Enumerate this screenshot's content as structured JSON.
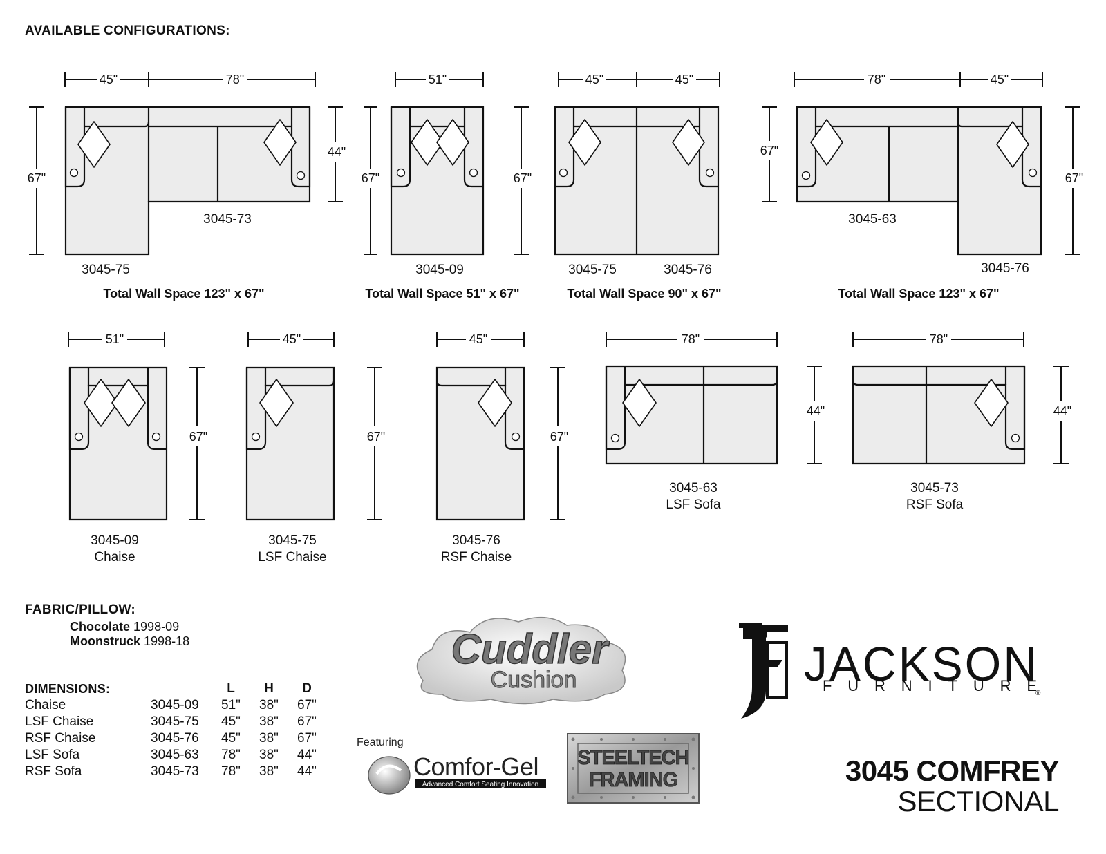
{
  "header": {
    "title": "AVAILABLE CONFIGURATIONS:"
  },
  "configs": {
    "c1": {
      "dims": [
        "45\"",
        "78\"",
        "67\"",
        "44\""
      ],
      "labels": [
        "3045-73",
        "3045-75"
      ],
      "total": "Total Wall Space 123\" x 67\""
    },
    "c2": {
      "dims": [
        "51\"",
        "67\"",
        "67\""
      ],
      "labels": [
        "3045-09"
      ],
      "total": "Total Wall Space 51\" x 67\""
    },
    "c3": {
      "dims": [
        "45\"",
        "45\""
      ],
      "labels": [
        "3045-75",
        "3045-76"
      ],
      "total": "Total Wall Space 90\" x 67\""
    },
    "c4": {
      "dims": [
        "78\"",
        "45\"",
        "67\"",
        "67\""
      ],
      "labels": [
        "3045-63",
        "3045-76"
      ],
      "total": "Total Wall Space 123\" x 67\""
    }
  },
  "pieces": [
    {
      "width": "51\"",
      "depth": "67\"",
      "code": "3045-09",
      "name": "Chaise"
    },
    {
      "width": "45\"",
      "depth": "67\"",
      "code": "3045-75",
      "name": "LSF Chaise"
    },
    {
      "width": "45\"",
      "depth": "67\"",
      "code": "3045-76",
      "name": "RSF Chaise"
    },
    {
      "width": "78\"",
      "depth": "44\"",
      "code": "3045-63",
      "name": "LSF Sofa"
    },
    {
      "width": "78\"",
      "depth": "44\"",
      "code": "3045-73",
      "name": "RSF Sofa"
    }
  ],
  "fabric": {
    "heading": "FABRIC/PILLOW:",
    "items": [
      {
        "name": "Chocolate",
        "code": "1998-09"
      },
      {
        "name": "Moonstruck",
        "code": "1998-18"
      }
    ]
  },
  "dimensions": {
    "heading": "DIMENSIONS:",
    "columns": [
      "L",
      "H",
      "D"
    ],
    "rows": [
      {
        "name": "Chaise",
        "code": "3045-09",
        "l": "51\"",
        "h": "38\"",
        "d": "67\""
      },
      {
        "name": "LSF Chaise",
        "code": "3045-75",
        "l": "45\"",
        "h": "38\"",
        "d": "67\""
      },
      {
        "name": "RSF Chaise",
        "code": "3045-76",
        "l": "45\"",
        "h": "38\"",
        "d": "67\""
      },
      {
        "name": "LSF Sofa",
        "code": "3045-63",
        "l": "78\"",
        "h": "38\"",
        "d": "44\""
      },
      {
        "name": "RSF Sofa",
        "code": "3045-73",
        "l": "78\"",
        "h": "38\"",
        "d": "44\""
      }
    ]
  },
  "logos": {
    "cuddler": [
      "Cuddler",
      "Cushion"
    ],
    "featuring": "Featuring",
    "comforgel": "Comfor-Gel",
    "comforgel_tag": "Advanced Comfort Seating Innovation",
    "steeltech": [
      "STEELTECH",
      "FRAMING"
    ],
    "jackson": "JACKSON",
    "furniture": "FURNITURE",
    "registered": "®"
  },
  "product": {
    "line1": "3045 COMFREY",
    "line2": "SECTIONAL"
  }
}
